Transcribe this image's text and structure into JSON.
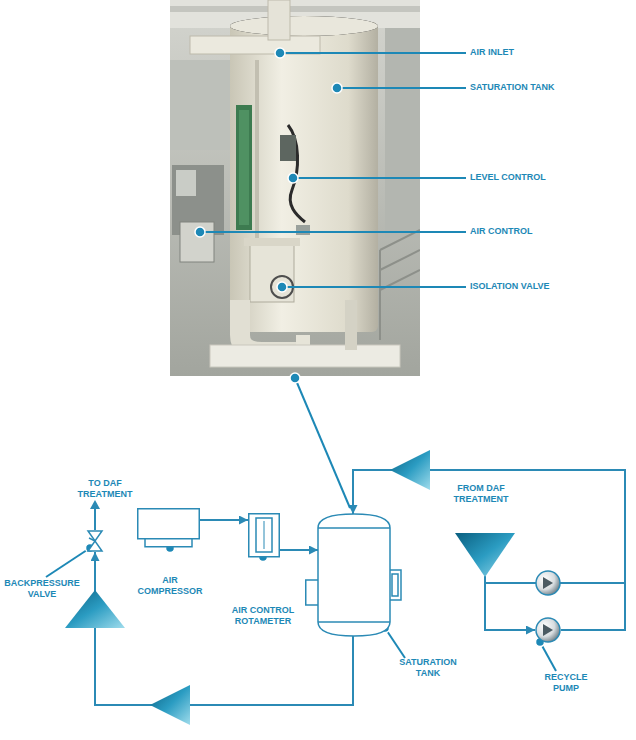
{
  "diagram": {
    "nodes": [
      {
        "text": [
          "AIR COMPRESSOR"
        ]
      },
      {
        "text": [
          "AIR CONTROL ROTAMETER"
        ]
      },
      {
        "text": [
          "SATURATION TANK"
        ]
      },
      {
        "text": [
          "RECYCLE PUMP"
        ]
      },
      {
        "text": [
          "BACKPRESSURE VALVE"
        ]
      },
      {
        "text": [
          "FROM DAF TREATMENT"
        ]
      }
    ],
    "edges": [
      {
        "from": 0,
        "to": 1,
        "arrow": "to"
      },
      {
        "from": 1,
        "to": 2,
        "arrow": "to"
      },
      {
        "from": 2,
        "to": 4,
        "arrow": "to"
      },
      {
        "from": 5,
        "to": 3,
        "arrow": "to"
      },
      {
        "from": 3,
        "to": 2,
        "arrow": "to"
      }
    ],
    "labels": [
      "AIR INLET",
      "SATURATION TANK",
      "LEVEL CONTROL",
      "AIR CONTROL",
      "ISOLATION VALVE",
      "TO DAF TREATMENT"
    ]
  }
}
